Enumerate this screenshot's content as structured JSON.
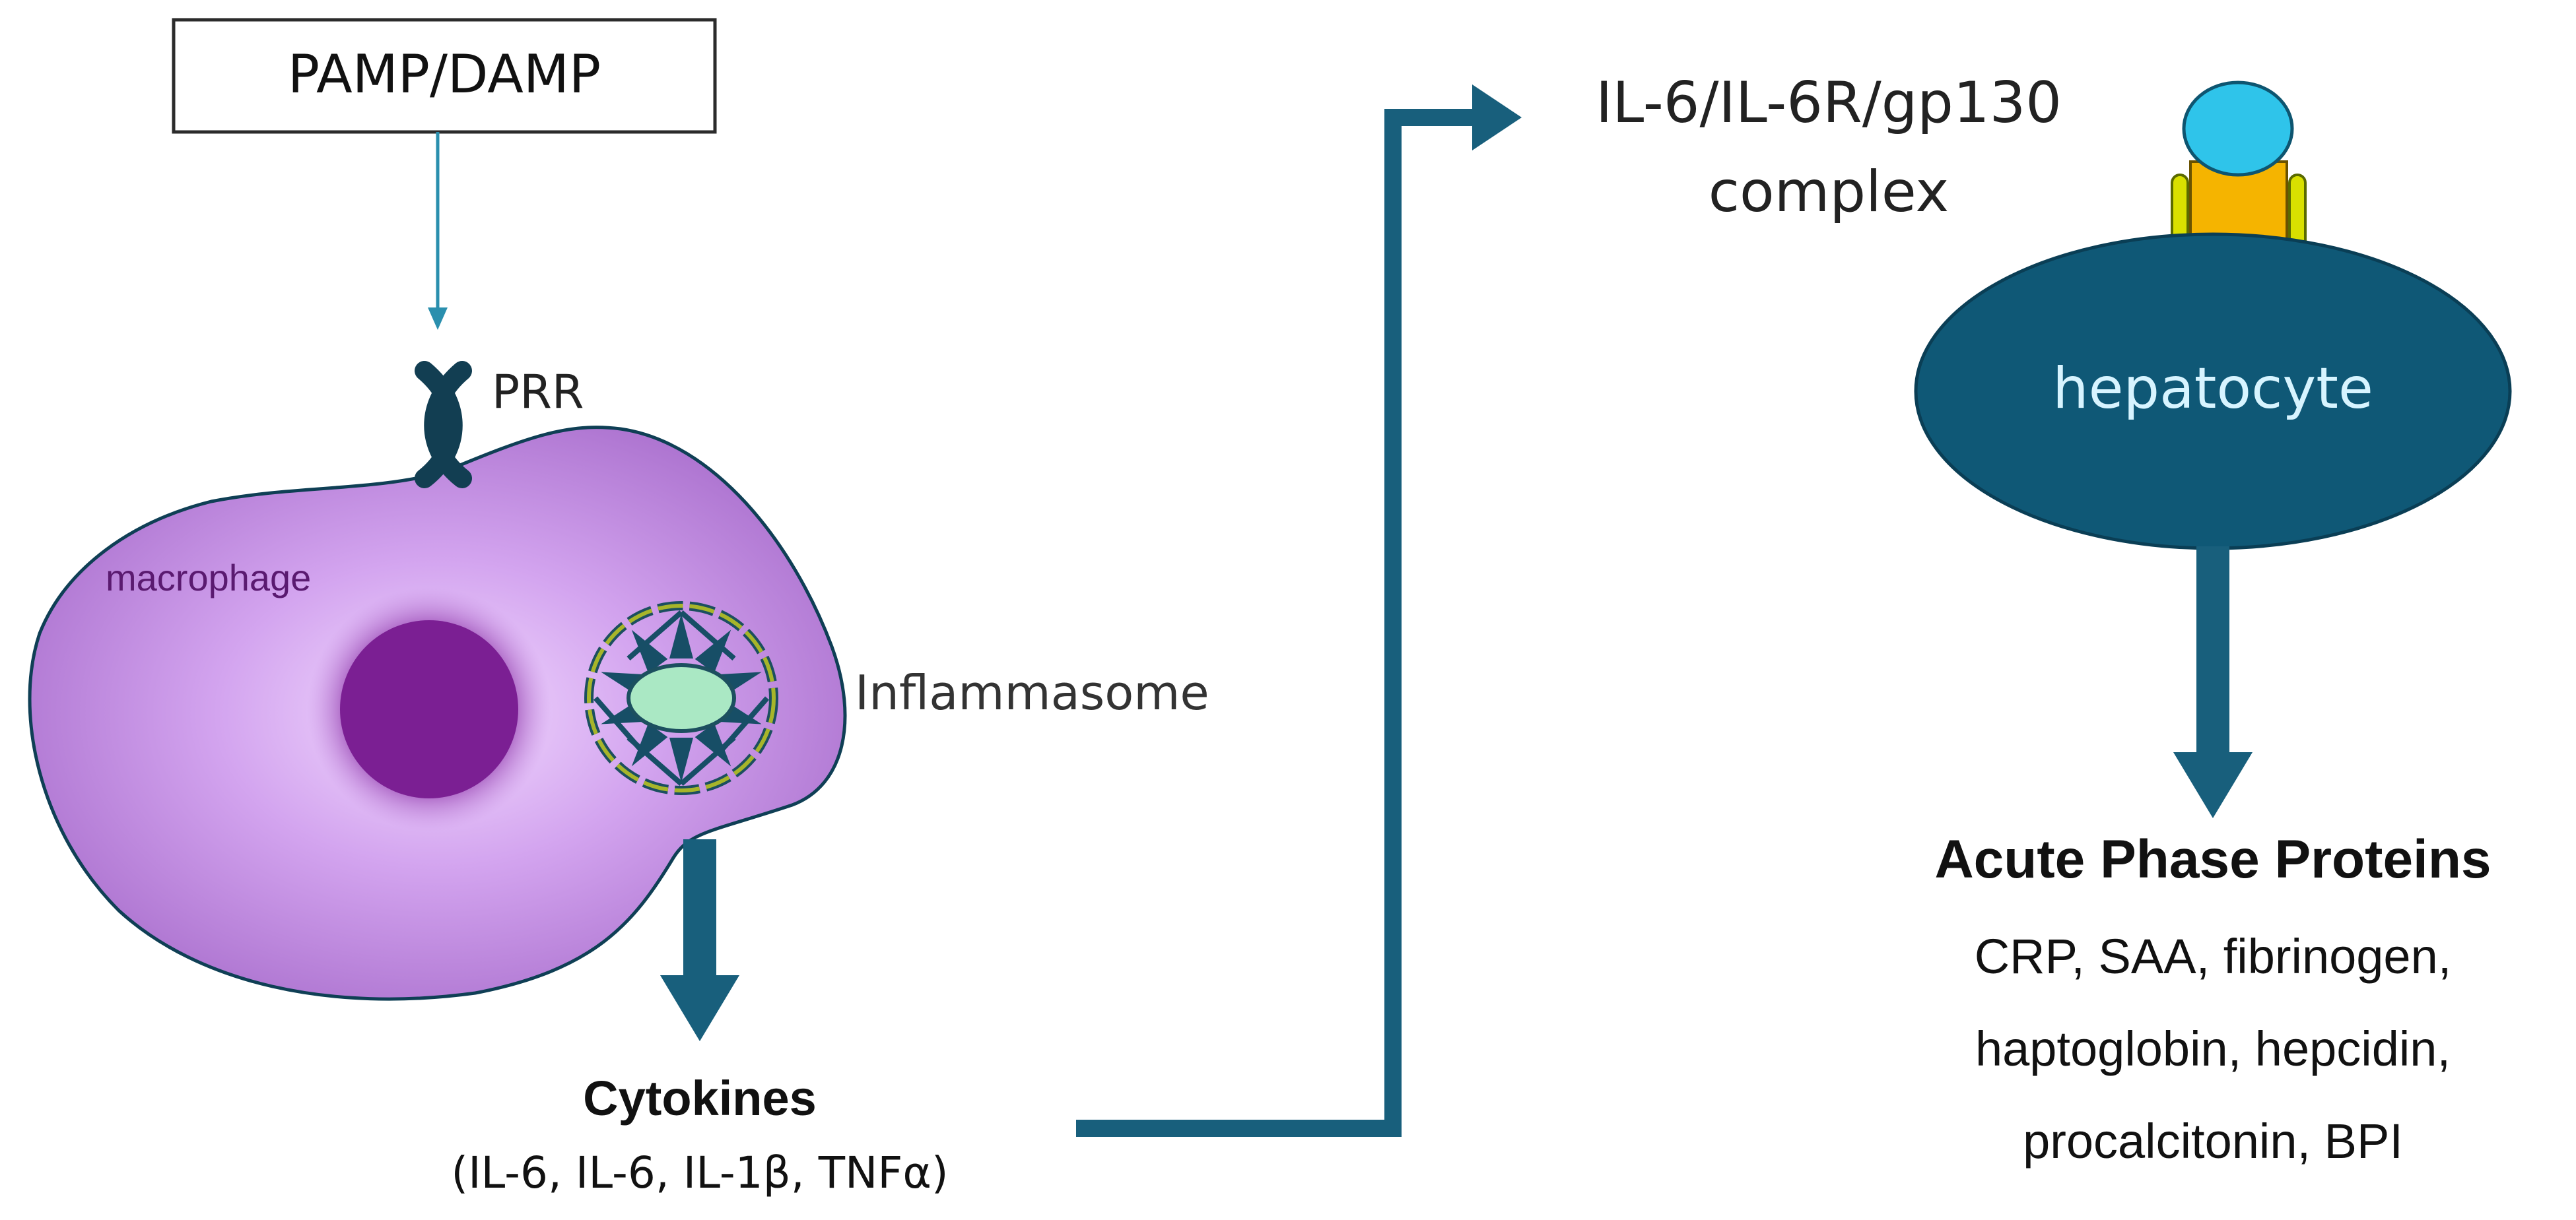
{
  "trigger": {
    "label": "PAMP/DAMP"
  },
  "receptor": {
    "label": "PRR"
  },
  "macrophage": {
    "label": "macrophage"
  },
  "inflammasome": {
    "label": "Inflammasome"
  },
  "cytokines": {
    "title": "Cytokines",
    "list": "(IL-6, IL-6, IL-1β, TNFα)"
  },
  "complex": {
    "line1": "IL-6/IL-6R/gp130",
    "line2": "complex"
  },
  "hepatocyte": {
    "label": "hepatocyte"
  },
  "acute_phase": {
    "title": "Acute Phase Proteins",
    "lines": [
      "CRP, SAA, fibrinogen,",
      "haptoglobin, hepcidin,",
      "procalcitonin, BPI"
    ]
  },
  "colors": {
    "arrow": "#185f7c",
    "thin_arrow": "#2a8fae",
    "macrophage_fill": "#b47ad6",
    "nucleus": "#7a1e92",
    "hepatocyte_fill": "#0f5876",
    "receptor_head": "#2fc4ea",
    "receptor_body": "#f5b400",
    "receptor_side": "#d9e000",
    "inflammasome_center": "#aae8c4",
    "inflammasome_ring": "#8e9a25"
  }
}
